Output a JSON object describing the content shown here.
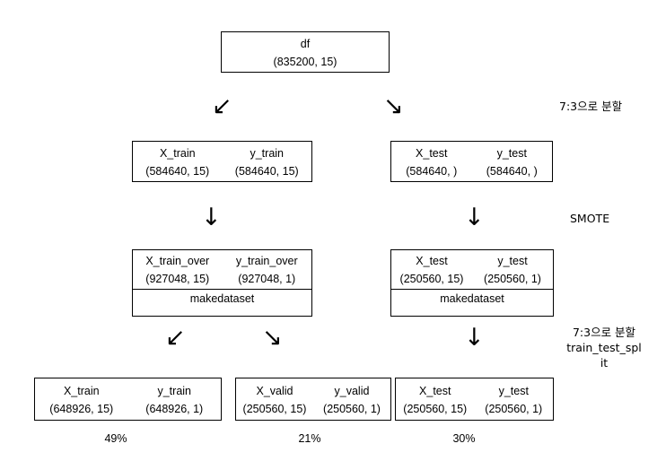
{
  "diagram": {
    "title": "Data split and SMOTE pipeline flow diagram",
    "root": {
      "name": "df",
      "shape": "(835200, 15)"
    },
    "level2": {
      "left": {
        "name_x": "X_train",
        "name_y": "y_train",
        "shape_x": "(584640, 15)",
        "shape_y": "(584640, 15)"
      },
      "right": {
        "name_x": "X_test",
        "name_y": "y_test",
        "shape_x": "(584640, )",
        "shape_y": "(584640, )"
      }
    },
    "level3": {
      "left": {
        "name_x": "X_train_over",
        "name_y": "y_train_over",
        "shape_x": "(927048, 15)",
        "shape_y": "(927048, 1)",
        "footer": "makedataset"
      },
      "right": {
        "name_x": "X_test",
        "name_y": "y_test",
        "shape_x": "(250560, 15)",
        "shape_y": "(250560, 1)",
        "footer": "makedataset"
      }
    },
    "level4": {
      "train": {
        "name_x": "X_train",
        "name_y": "y_train",
        "shape_x": "(648926, 15)",
        "shape_y": "(648926, 1)",
        "percent": "49%"
      },
      "valid": {
        "name_x": "X_valid",
        "name_y": "y_valid",
        "shape_x": "(250560, 15)",
        "shape_y": "(250560, 1)",
        "percent": "21%"
      },
      "test": {
        "name_x": "X_test",
        "name_y": "y_test",
        "shape_x": "(250560, 15)",
        "shape_y": "(250560, 1)",
        "percent": "30%"
      }
    },
    "annotations": {
      "split_73": "7:3으로 분할",
      "smote": "SMOTE",
      "split_73_tts": "7:3으로 분할\ntrain_test_spl\nit"
    },
    "arrows": {
      "down_left": "↙",
      "down_right": "↘",
      "down": "↓"
    }
  }
}
